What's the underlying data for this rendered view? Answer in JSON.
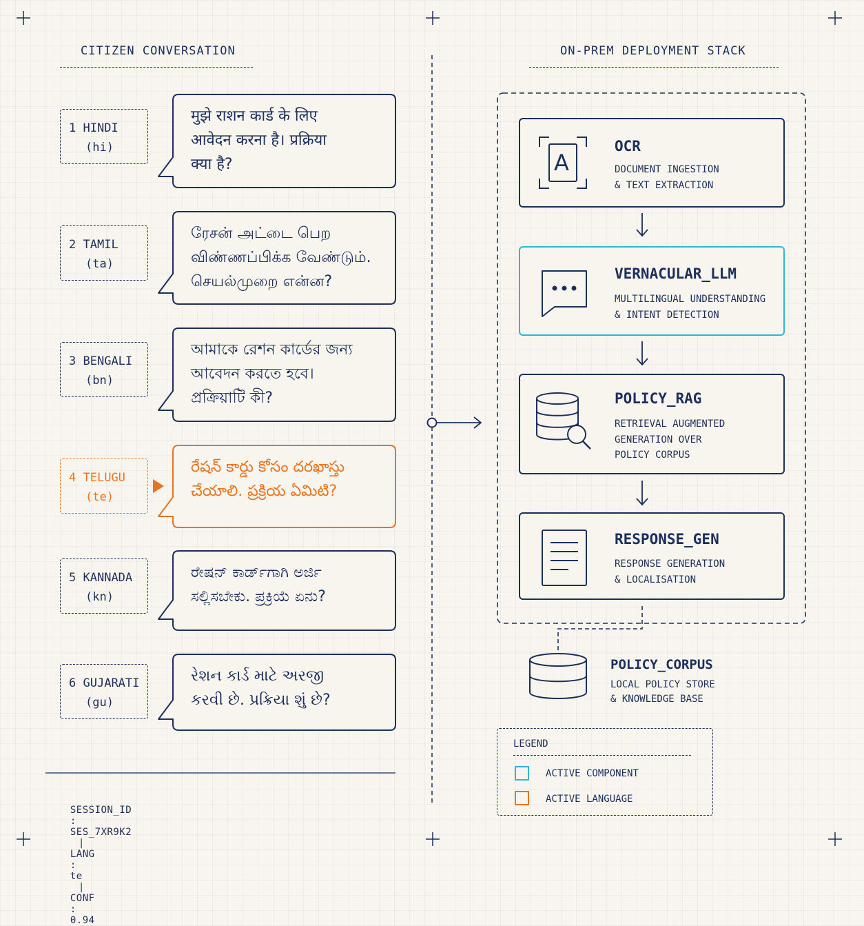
{
  "left": {
    "title": "CITIZEN CONVERSATION",
    "languages": [
      {
        "num": "1",
        "name": "HINDI",
        "code": "(hi)",
        "text": "मुझे राशन कार्ड के लिए\nआवेदन करना है। प्रक्रिया\nक्या है?",
        "active": false
      },
      {
        "num": "2",
        "name": "TAMIL",
        "code": "(ta)",
        "text": "ரேசன் அட்டை பெற\nவிண்ணப்பிக்க வேண்டும்.\nசெயல்முறை என்ன?",
        "active": false
      },
      {
        "num": "3",
        "name": "BENGALI",
        "code": "(bn)",
        "text": "আমাকে রেশন কার্ডের জন্য\nআবেদন করতে হবে।\nপ্রক্রিয়াটি কী?",
        "active": false
      },
      {
        "num": "4",
        "name": "TELUGU",
        "code": "(te)",
        "text": "రేషన్ కార్డు కోసం దరఖాస్తు\nచేయాలి. ప్రక్రియ ఏమిటి?",
        "active": true
      },
      {
        "num": "5",
        "name": "KANNADA",
        "code": "(kn)",
        "text": "ರೇಷನ್ ಕಾರ್ಡ್‌ಗಾಗಿ ಅರ್ಜಿ\nಸಲ್ಲಿಸಬೇಕು. ಪ್ರಕ್ರಿಯೆ ಏನು?",
        "active": false
      },
      {
        "num": "6",
        "name": "GUJARATI",
        "code": "(gu)",
        "text": "રેશન કાર્ડ માટે અરજી\nકરવી છે. પ્રક્રિયા શું છે?",
        "active": false
      }
    ]
  },
  "footer": {
    "session_label": "SESSION_ID",
    "session_value": "SES_7XR9K2",
    "lang_label": "LANG",
    "lang_value": "te",
    "conf_label": "CONF",
    "conf_value": "0.94",
    "sep": "|",
    "colon": ":"
  },
  "right": {
    "title": "ON-PREM DEPLOYMENT STACK",
    "stack": [
      {
        "name": "OCR",
        "desc": "DOCUMENT INGESTION\n& TEXT EXTRACTION",
        "icon": "ocr-scan-icon",
        "active": false
      },
      {
        "name": "VERNACULAR_LLM",
        "desc": "MULTILINGUAL UNDERSTANDING\n& INTENT DETECTION",
        "icon": "chat-bubble-icon",
        "active": true
      },
      {
        "name": "POLICY_RAG",
        "desc": "RETRIEVAL AUGMENTED\nGENERATION OVER\nPOLICY CORPUS",
        "icon": "database-search-icon",
        "active": false
      },
      {
        "name": "RESPONSE_GEN",
        "desc": "RESPONSE GENERATION\n& LOCALISATION",
        "icon": "document-icon",
        "active": false
      }
    ],
    "corpus": {
      "name": "POLICY_CORPUS",
      "desc": "LOCAL POLICY STORE\n& KNOWLEDGE BASE",
      "icon": "database-icon"
    },
    "ocr_glyph": "A"
  },
  "legend": {
    "title": "LEGEND",
    "items": [
      {
        "label": "ACTIVE COMPONENT",
        "color": "#2fb6d6"
      },
      {
        "label": "ACTIVE LANGUAGE",
        "color": "#e8741f"
      }
    ]
  },
  "colors": {
    "navy": "#1b2f5c",
    "orange": "#e8741f",
    "cyan": "#2fb6d6",
    "background": "#f8f5ef"
  }
}
